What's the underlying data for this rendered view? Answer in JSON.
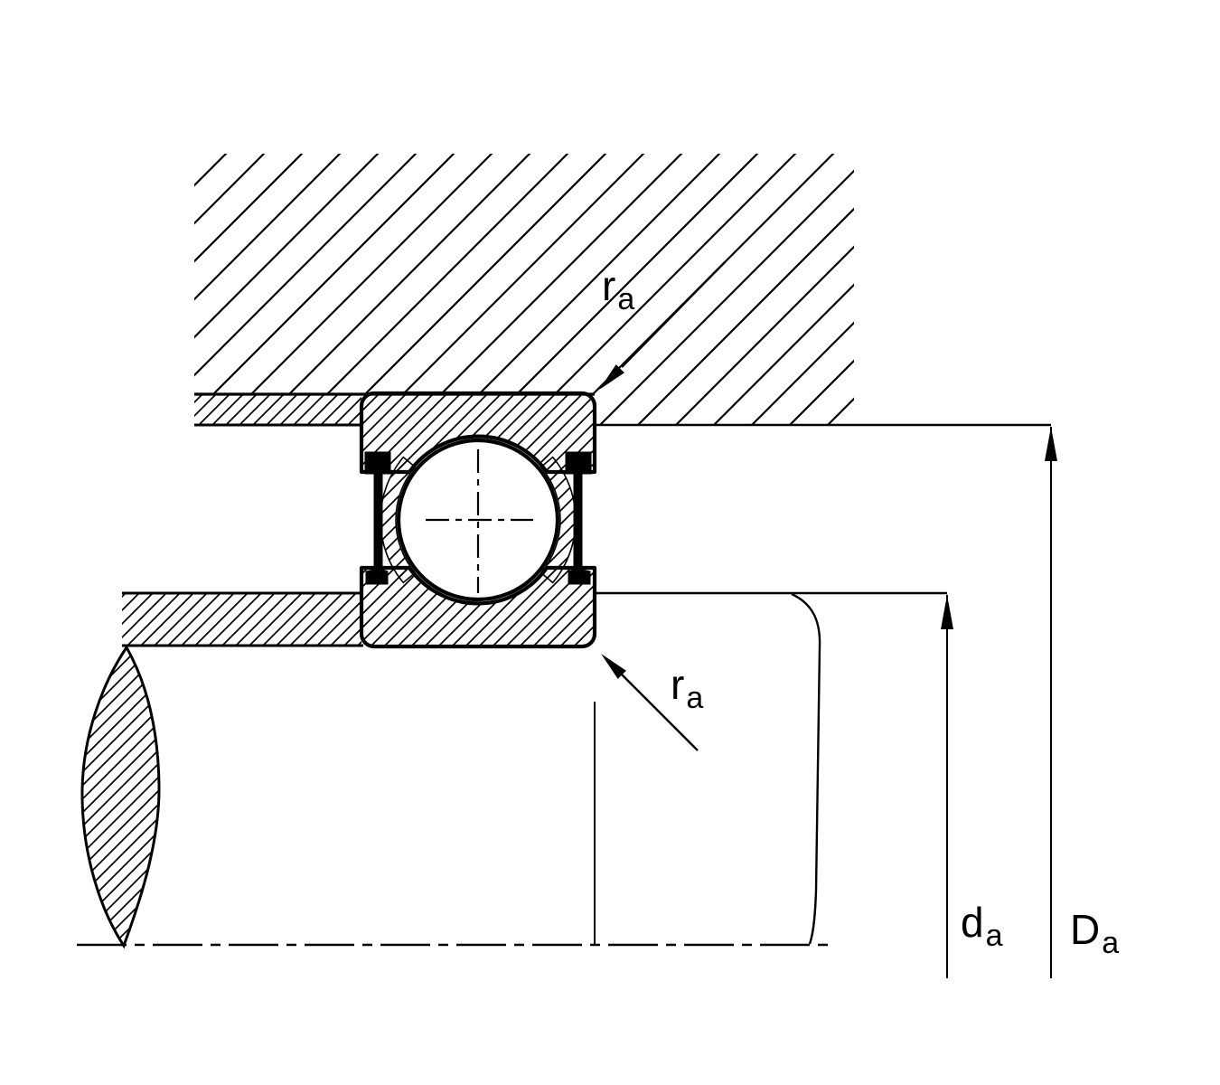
{
  "figure": {
    "type": "technical-drawing",
    "description": "Sealed deep groove ball bearing mounted between shaft and housing, cross-section with abutment and fillet dimensions",
    "colors": {
      "background": "#ffffff",
      "ink": "#000000",
      "seal": "#000000"
    },
    "labels": {
      "fillet_radius_top": {
        "base": "r",
        "sub": "a"
      },
      "fillet_radius_bottom": {
        "base": "r",
        "sub": "a"
      },
      "shaft_abutment_diameter": {
        "base": "d",
        "sub": "a"
      },
      "housing_abutment_diameter": {
        "base": "D",
        "sub": "a"
      }
    }
  }
}
